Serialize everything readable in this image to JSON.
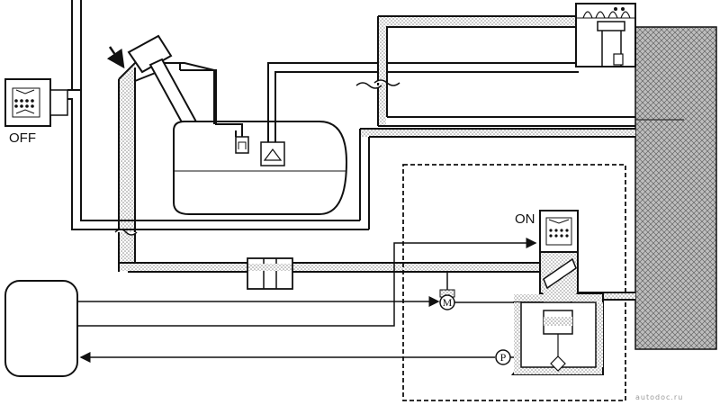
{
  "labels": {
    "valve_left_state": "OFF",
    "valve_right_state": "ON",
    "motor_symbol": "M",
    "pump_symbol": "P"
  },
  "watermark": "autodoc.ru",
  "colors": {
    "line": "#111111",
    "hatch": "#9a9a9a",
    "background": "#ffffff"
  }
}
